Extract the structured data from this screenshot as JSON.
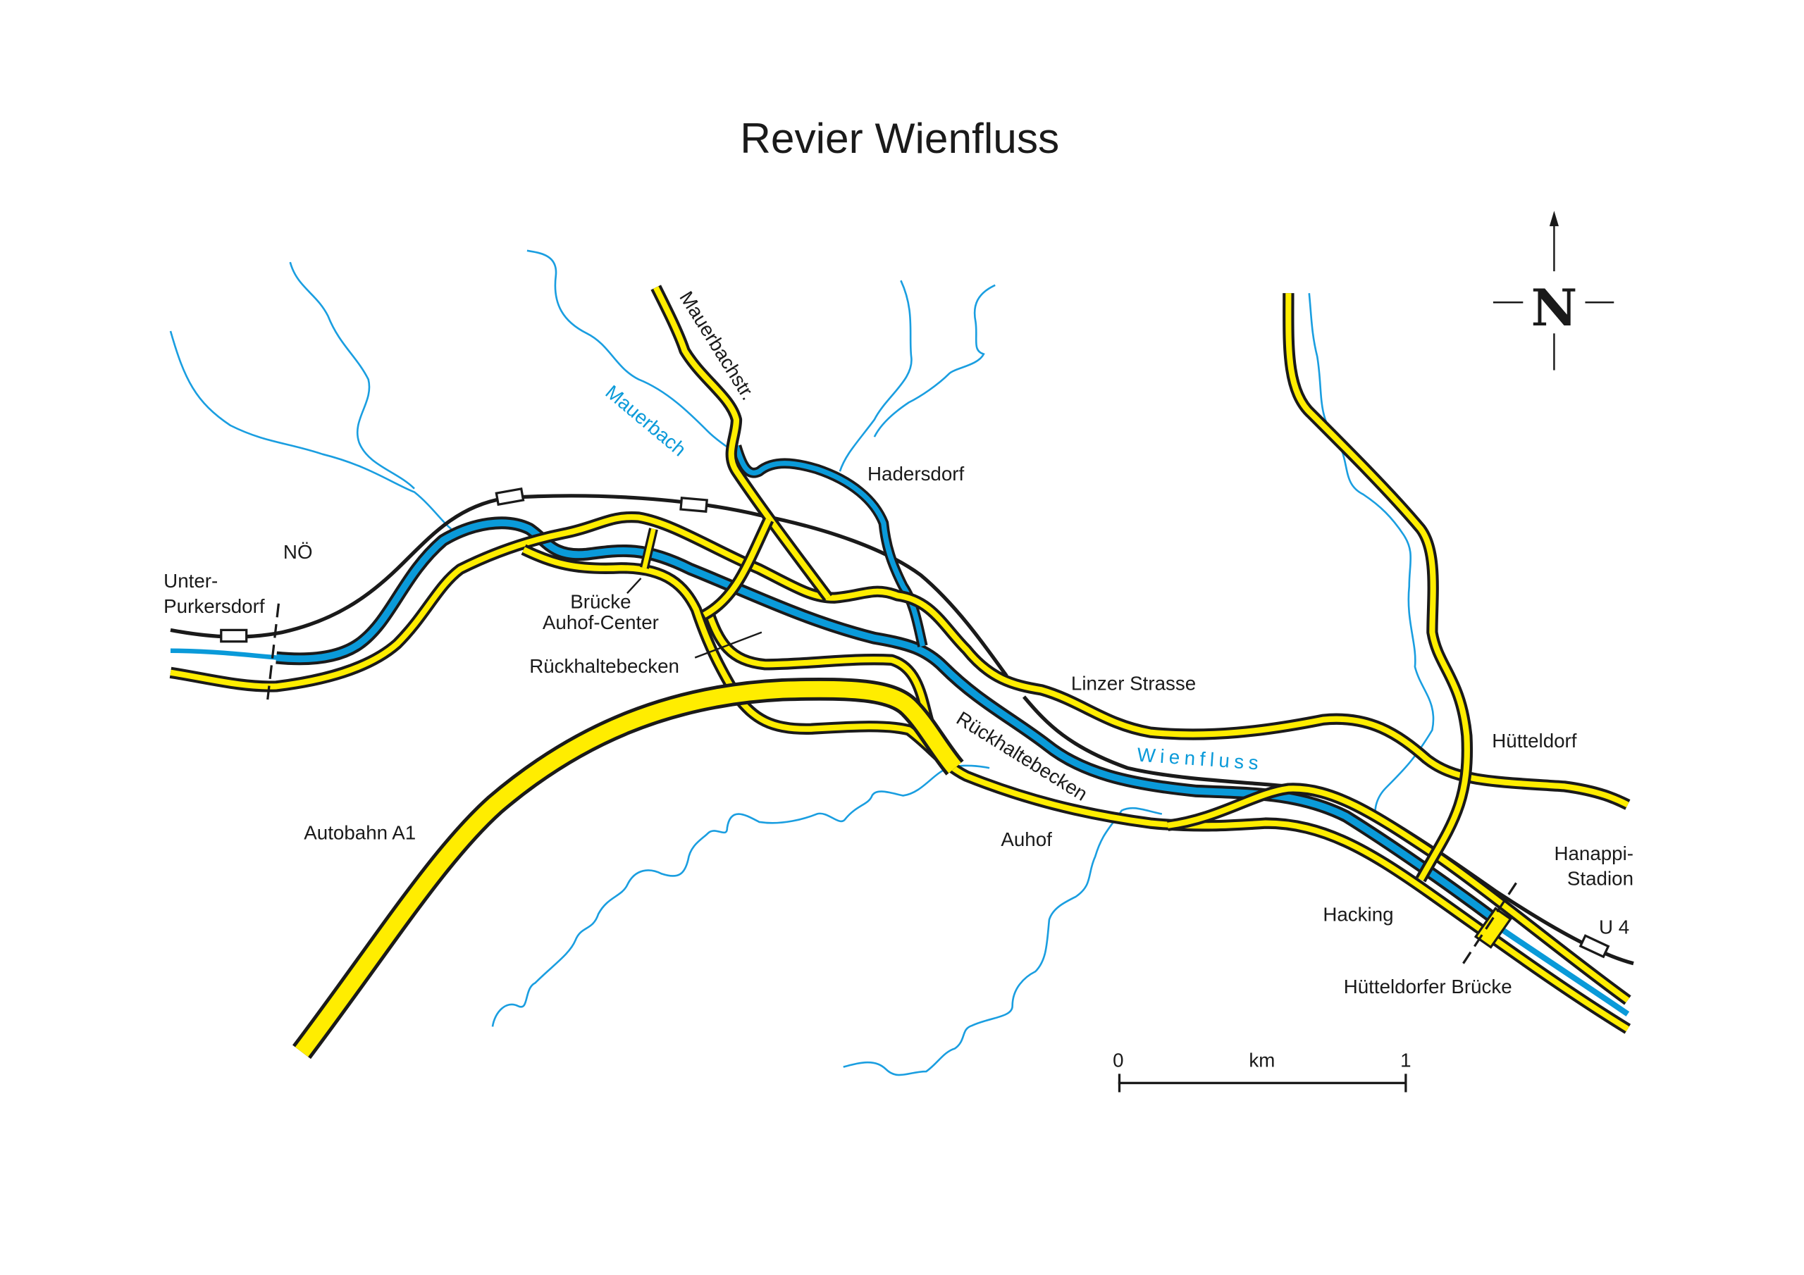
{
  "title": "Revier Wienfluss",
  "labels": {
    "noe": "NÖ",
    "unter_purkersdorf_1": "Unter-",
    "unter_purkersdorf_2": "Purkersdorf",
    "mauerbachstr": "Mauerbachstr.",
    "mauerbach": "Mauerbach",
    "hadersdorf": "Hadersdorf",
    "bruecke_1": "Brücke",
    "bruecke_2": "Auhof-Center",
    "rueckhaltebecken_1": "Rückhaltebecken",
    "rueckhaltebecken_2": "Rückhaltebecken",
    "linzer_strasse": "Linzer Strasse",
    "wienfluss": "Wienfluss",
    "huetteldorf": "Hütteldorf",
    "autobahn": "Autobahn A1",
    "auhof": "Auhof",
    "hanappi_1": "Hanappi-",
    "hanappi_2": "Stadion",
    "u4": "U 4",
    "hacking": "Hacking",
    "huetteldorfer_bruecke": "Hütteldorfer Brücke"
  },
  "north_arrow": {
    "label": "N"
  },
  "scale_bar": {
    "start": "0",
    "unit": "km",
    "end": "1"
  },
  "colors": {
    "road": "#ffed00",
    "river": "#0a9ad9",
    "stream": "#1a9ee0",
    "outline": "#1a1a1a"
  }
}
